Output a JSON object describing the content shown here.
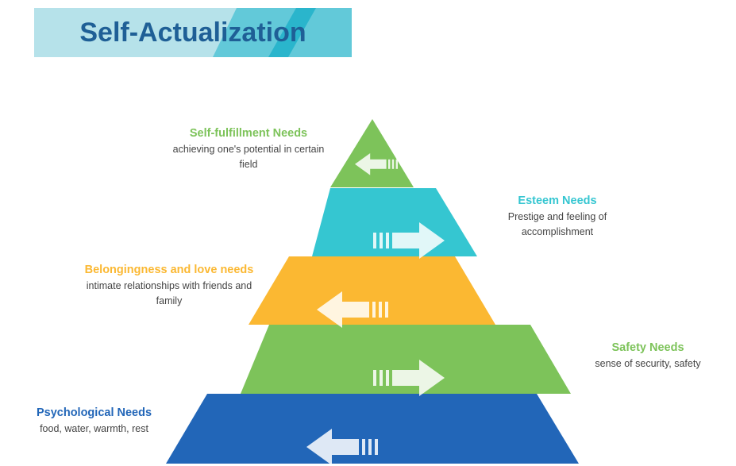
{
  "title": "Self-Actualization",
  "colors": {
    "title_text": "#1f5f96",
    "banner_light": "#a9dde6",
    "banner_mid": "#5ac8d8",
    "banner_accent": "#2ab5cc"
  },
  "levels": [
    {
      "name": "Self-fulfillment Needs",
      "description": "achieving one's potential in certain field",
      "color": "#7dc35a",
      "arrow": "left"
    },
    {
      "name": "Esteem Needs",
      "description": "Prestige and feeling of accomplishment",
      "color": "#35c6d1",
      "arrow": "right"
    },
    {
      "name": "Belongingness and love needs",
      "description": "intimate relationships with friends and family",
      "color": "#fbb832",
      "arrow": "left"
    },
    {
      "name": "Safety Needs",
      "description": "sense of security, safety",
      "color": "#7dc35a",
      "arrow": "right"
    },
    {
      "name": "Psychological Needs",
      "description": "food, water, warmth, rest",
      "color": "#2266b8",
      "arrow": "left"
    }
  ]
}
